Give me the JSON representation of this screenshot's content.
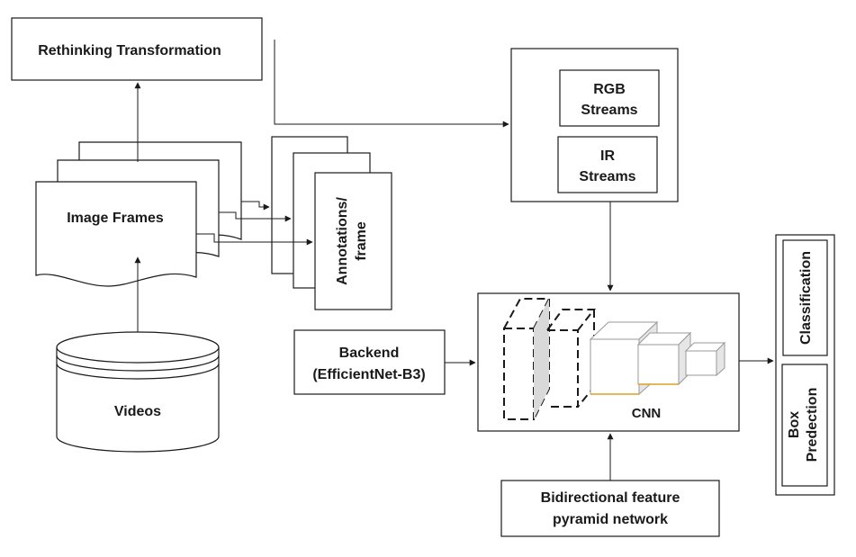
{
  "nodes": {
    "rethinking": "Rethinking Transformation",
    "image_frames": "Image Frames",
    "videos": "Videos",
    "annotations_line1": "Annotations/",
    "annotations_line2": "frame",
    "rgb_line1": "RGB",
    "rgb_line2": "Streams",
    "ir_line1": "IR",
    "ir_line2": "Streams",
    "backend_line1": "Backend",
    "backend_line2": "(EfficientNet-B3)",
    "cnn": "CNN",
    "bifpn_line1": "Bidirectional feature",
    "bifpn_line2": "pyramid network",
    "classification": "Classification",
    "box_line1": "Box",
    "box_line2": "Predection"
  },
  "colors": {
    "stroke": "#1a1a1a",
    "cube_side": "#d9d9d9",
    "cube_edge": "#e0a020"
  }
}
